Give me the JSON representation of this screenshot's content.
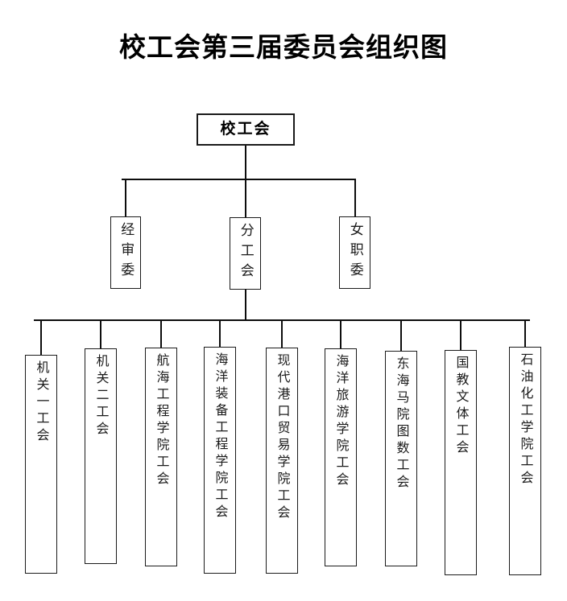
{
  "title": "校工会第三届委员会组织图",
  "chart_data": {
    "type": "diagram",
    "diagram_kind": "organizational-chart",
    "title": "校工会第三届委员会组织图",
    "orientation": "top-down",
    "text_direction": "vertical (except root)",
    "levels": 3,
    "root": {
      "id": "n0",
      "label": "校工会"
    },
    "level2": [
      {
        "id": "n1",
        "label": "经审委",
        "parent": "n0"
      },
      {
        "id": "n2",
        "label": "分工会",
        "parent": "n0"
      },
      {
        "id": "n3",
        "label": "女职委",
        "parent": "n0"
      }
    ],
    "level3_parent": "n2",
    "level3": [
      {
        "id": "n4",
        "label": "机关一工会"
      },
      {
        "id": "n5",
        "label": "机关二工会"
      },
      {
        "id": "n6",
        "label": "航海工程学院工会"
      },
      {
        "id": "n7",
        "label": "海洋装备工程学院工会"
      },
      {
        "id": "n8",
        "label": "现代港口贸易学院工会"
      },
      {
        "id": "n9",
        "label": "海洋旅游学院工会"
      },
      {
        "id": "n10",
        "label": "东海马院图数工会"
      },
      {
        "id": "n11",
        "label": "国教文体工会"
      },
      {
        "id": "n12",
        "label": "石油化工学院工会"
      }
    ],
    "colors": {
      "background": "#ffffff",
      "box_border": "#1a1a1a",
      "box_fill": "#ffffff",
      "text": "#1b1b1b",
      "title_text": "#000000",
      "connector": "#0d0d0d"
    }
  }
}
